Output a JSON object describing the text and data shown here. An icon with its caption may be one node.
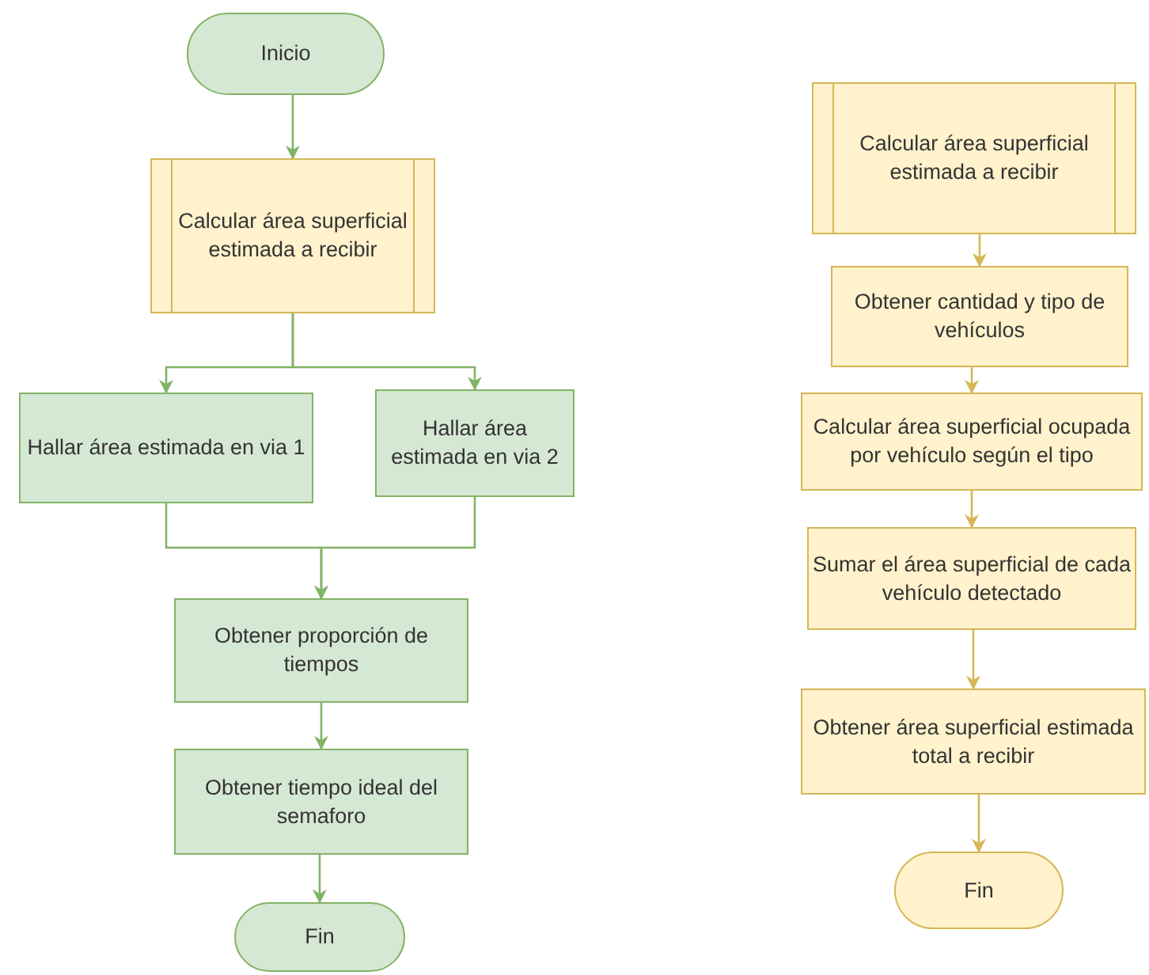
{
  "diagram": {
    "nodes": [
      {
        "text": [
          "Inicio"
        ]
      },
      {
        "text": [
          "Calcular área superficial estimada a recibir"
        ]
      },
      {
        "text": [
          "Hallar área estimada en via 1"
        ]
      },
      {
        "text": [
          "Hallar área estimada en via 2"
        ]
      },
      {
        "text": [
          "Obtener  proporción de tiempos"
        ]
      },
      {
        "text": [
          "Obtener  tiempo ideal del semaforo"
        ]
      },
      {
        "text": [
          "Fin"
        ]
      },
      {
        "text": [
          "Calcular área superficial estimada a recibir"
        ]
      },
      {
        "text": [
          "Obtener cantidad y tipo de vehículos"
        ]
      },
      {
        "text": [
          "Calcular área superficial ocupada por vehículo según el tipo"
        ]
      },
      {
        "text": [
          "Sumar el área superficial  de cada vehículo detectado"
        ]
      },
      {
        "text": [
          "Obtener área superficial estimada total a recibir"
        ]
      },
      {
        "text": [
          "Fin"
        ]
      }
    ],
    "edges": [
      {
        "from": 0,
        "to": 1,
        "arrow": "to"
      },
      {
        "from": 1,
        "to": 2,
        "arrow": "to"
      },
      {
        "from": 1,
        "to": 3,
        "arrow": "to"
      },
      {
        "from": 2,
        "to": 4,
        "arrow": "to"
      },
      {
        "from": 3,
        "to": 4,
        "arrow": "to"
      },
      {
        "from": 4,
        "to": 5,
        "arrow": "to"
      },
      {
        "from": 5,
        "to": 6,
        "arrow": "to"
      },
      {
        "from": 7,
        "to": 8,
        "arrow": "to",
        "color": "#d6b656"
      },
      {
        "from": 8,
        "to": 9,
        "arrow": "to",
        "color": "#d6b656"
      },
      {
        "from": 9,
        "to": 10,
        "arrow": "to",
        "color": "#d6b656"
      },
      {
        "from": 10,
        "to": 11,
        "arrow": "to",
        "color": "#d6b656"
      },
      {
        "from": 11,
        "to": 12,
        "arrow": "to",
        "color": "#d6b656"
      }
    ]
  }
}
